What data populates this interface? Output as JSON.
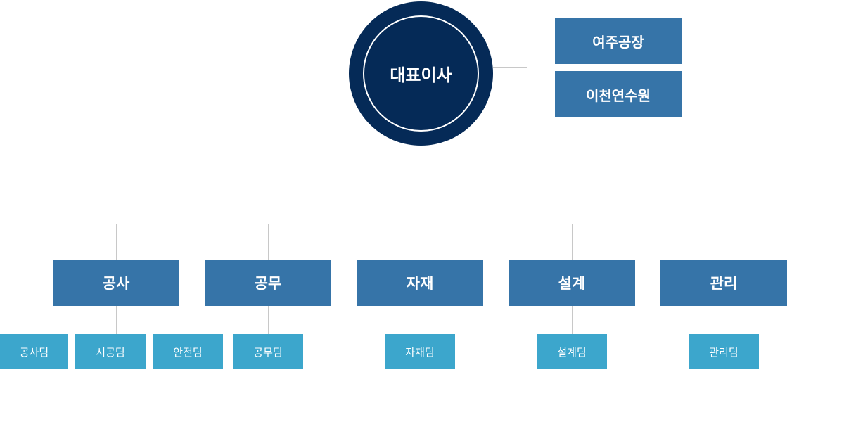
{
  "ceo": {
    "label": "대표이사"
  },
  "side_units": [
    {
      "label": "여주공장"
    },
    {
      "label": "이천연수원"
    }
  ],
  "departments": [
    {
      "label": "공사",
      "teams": [
        "공사팀",
        "시공팀",
        "안전팀"
      ]
    },
    {
      "label": "공무",
      "teams": [
        "공무팀"
      ]
    },
    {
      "label": "자재",
      "teams": [
        "자재팀"
      ]
    },
    {
      "label": "설계",
      "teams": [
        "설계팀"
      ]
    },
    {
      "label": "관리",
      "teams": [
        "관리팀"
      ]
    }
  ],
  "colors": {
    "ceo": "#052a57",
    "department": "#3674a8",
    "team": "#3ca6cc",
    "line": "#c8c8c8"
  }
}
